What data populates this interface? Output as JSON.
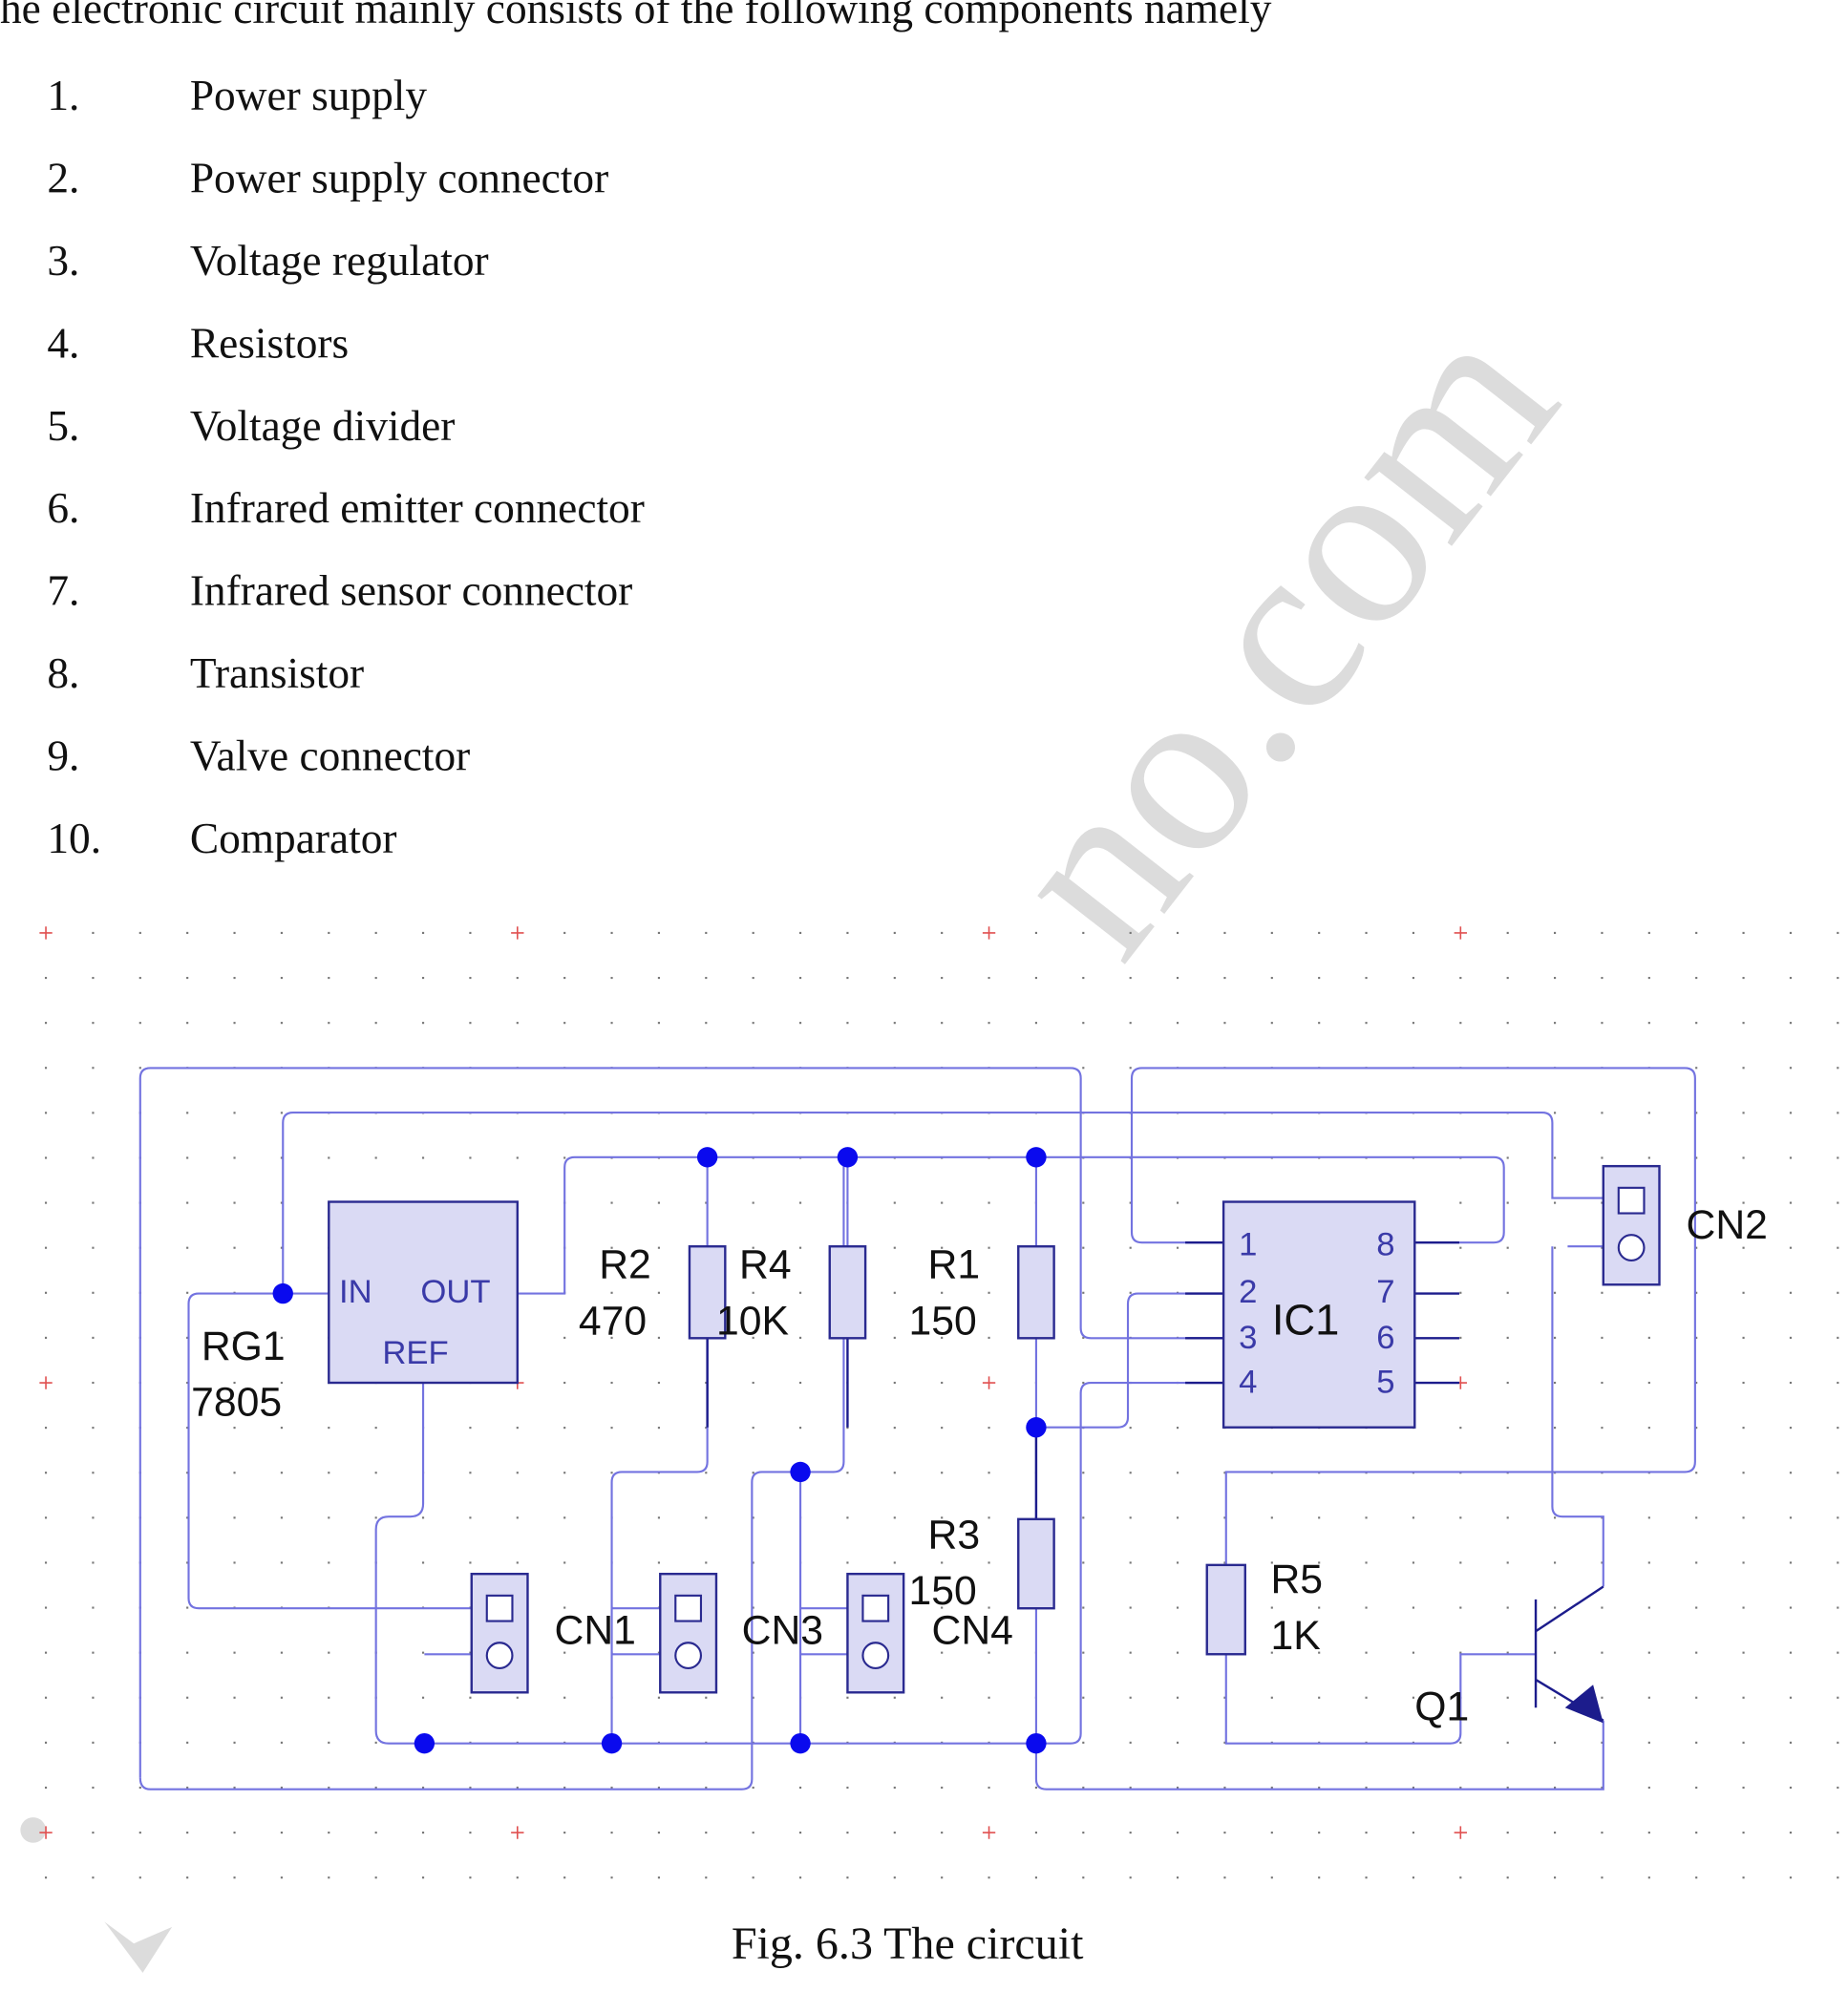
{
  "intro": "he electronic circuit mainly consists of the following components namely",
  "list": [
    {
      "num": "1.",
      "label": "Power supply"
    },
    {
      "num": "2.",
      "label": "Power supply connector"
    },
    {
      "num": "3.",
      "label": "Voltage regulator"
    },
    {
      "num": "4.",
      "label": "Resistors"
    },
    {
      "num": "5.",
      "label": "Voltage divider"
    },
    {
      "num": "6.",
      "label": "Infrared emitter connector"
    },
    {
      "num": "7.",
      "label": "Infrared sensor connector"
    },
    {
      "num": "8.",
      "label": "Transistor"
    },
    {
      "num": "9.",
      "label": "Valve connector"
    },
    {
      "num": "10.",
      "label": "Comparator"
    }
  ],
  "watermark": "no.com",
  "schematic": {
    "wire_color": "#7373e0",
    "junction_color": "#0a0aee",
    "regulator": {
      "name": "RG1",
      "value": "7805",
      "pin_in": "IN",
      "pin_out": "OUT",
      "pin_ref": "REF"
    },
    "ic": {
      "name": "IC1",
      "pins_left": [
        "1",
        "2",
        "3",
        "4"
      ],
      "pins_right": [
        "8",
        "7",
        "6",
        "5"
      ]
    },
    "resistors": [
      {
        "name": "R2",
        "value": "470"
      },
      {
        "name": "R4",
        "value": "10K"
      },
      {
        "name": "R1",
        "value": "150"
      },
      {
        "name": "R3",
        "value": "150"
      },
      {
        "name": "R5",
        "value": "1K"
      }
    ],
    "connectors": [
      "CN1",
      "CN3",
      "CN4",
      "CN2"
    ],
    "transistor": "Q1"
  },
  "caption": "Fig. 6.3 The circuit"
}
